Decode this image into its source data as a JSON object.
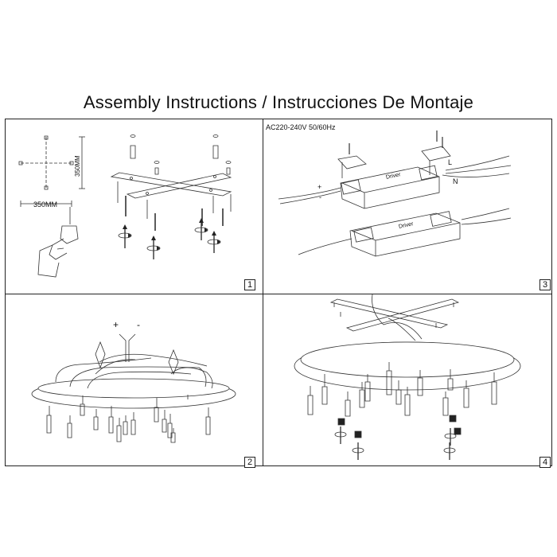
{
  "title": "Assembly Instructions / Instrucciones De Montaje",
  "panels": [
    {
      "number": "1",
      "dim_vertical": "350MM",
      "dim_horizontal": "350MM"
    },
    {
      "number": "2",
      "polarity_plus": "+",
      "polarity_minus": "-"
    },
    {
      "number": "3",
      "voltage": "AC220-240V 50/60Hz",
      "driver_label_top": "Driver",
      "driver_label_bottom": "Driver",
      "terminal_L": "L",
      "terminal_N": "N",
      "polarity_plus": "+",
      "polarity_minus": "-"
    },
    {
      "number": "4"
    }
  ]
}
